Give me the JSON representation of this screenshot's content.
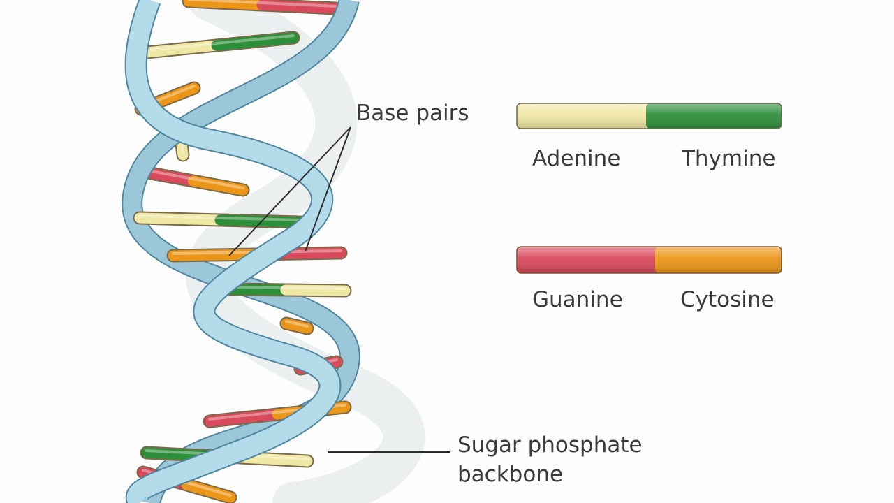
{
  "labels": {
    "base_pairs": "Base pairs",
    "backbone_line1": "Sugar phosphate",
    "backbone_line2": "backbone"
  },
  "legend": {
    "pair1": {
      "left": {
        "name": "Adenine",
        "color": "#efe7a4"
      },
      "right": {
        "name": "Thymine",
        "color": "#2e8f3a"
      }
    },
    "pair2": {
      "left": {
        "name": "Guanine",
        "color": "#d84a5c"
      },
      "right": {
        "name": "Cytosine",
        "color": "#eb9618"
      }
    }
  },
  "colors": {
    "strand": "#a9d2e2",
    "strand_outline": "#4f86a0",
    "leader_line": "#2b2b2b",
    "label_text": "#3a3a3a"
  }
}
